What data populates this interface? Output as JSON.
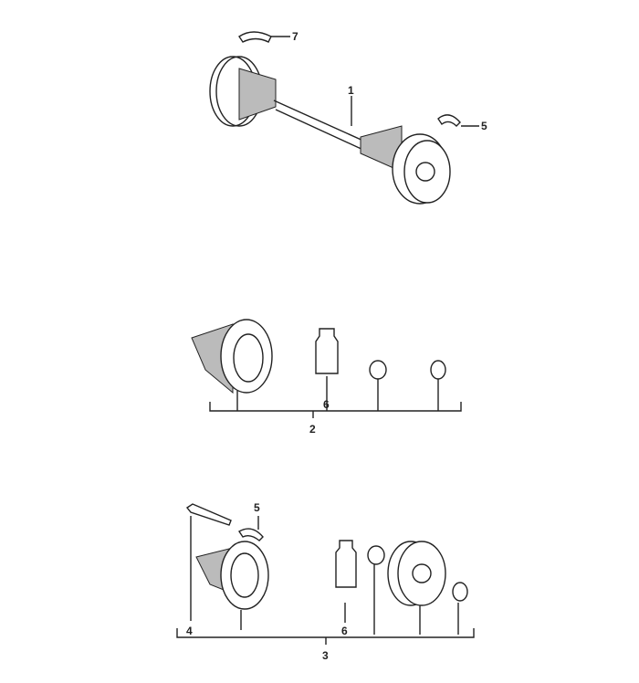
{
  "diagram": {
    "callouts": {
      "drive_shaft": "1",
      "repair_kit_boot": "2",
      "repair_kit_joint": "3",
      "bolt": "4",
      "clamp_top": "5",
      "clamp_bottom": "5",
      "grease_top": "6",
      "grease_bottom": "6",
      "plate": "7"
    }
  }
}
